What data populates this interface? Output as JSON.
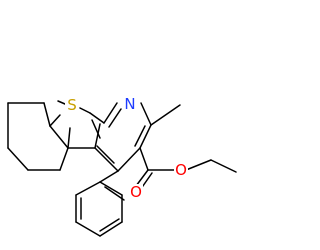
{
  "molecule": {
    "atoms": [
      {
        "symbol": "S",
        "color": "#c8a000"
      },
      {
        "symbol": "N",
        "color": "#1e3cff"
      },
      {
        "symbol": "O",
        "color": "#ff0000"
      },
      {
        "symbol": "O",
        "color": "#ff0000"
      }
    ],
    "bond_color": "#000000"
  }
}
